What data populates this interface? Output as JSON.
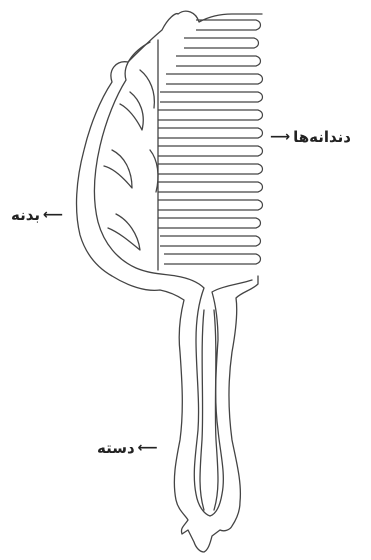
{
  "labels": {
    "teeth": "دندانه‌ها",
    "body": "بدنه",
    "handle": "دسته"
  },
  "icons": {
    "teeth_arrow": "arrow-left-icon",
    "body_arrow": "arrow-right-icon",
    "handle_arrow": "arrow-right-icon"
  },
  "colors": {
    "line": "#444444",
    "text": "#222222"
  }
}
